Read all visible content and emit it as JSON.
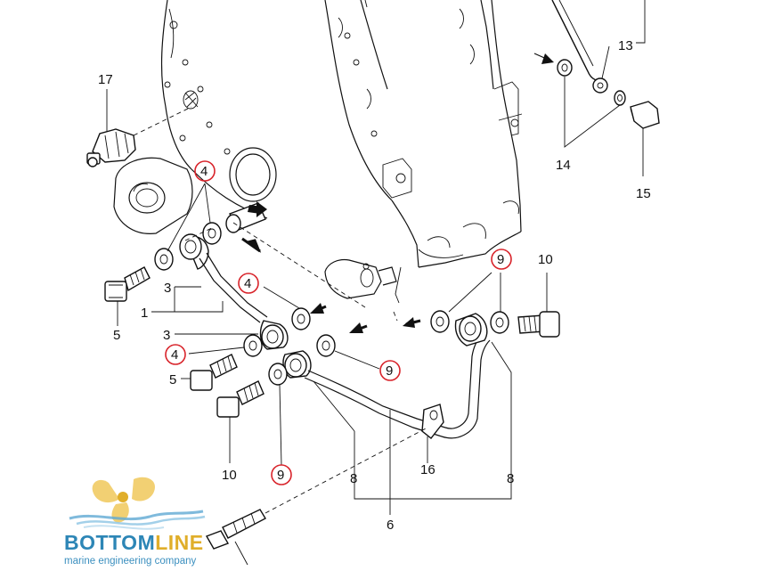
{
  "diagram": {
    "callouts": [
      {
        "id": "c17",
        "text": "17",
        "circled": false
      },
      {
        "id": "c13",
        "text": "13",
        "circled": false
      },
      {
        "id": "c14",
        "text": "14",
        "circled": false
      },
      {
        "id": "c15",
        "text": "15",
        "circled": false
      },
      {
        "id": "c4a",
        "text": "4",
        "circled": true
      },
      {
        "id": "c4b",
        "text": "4",
        "circled": true
      },
      {
        "id": "c4c",
        "text": "4",
        "circled": true
      },
      {
        "id": "c3a",
        "text": "3",
        "circled": false
      },
      {
        "id": "c3b",
        "text": "3",
        "circled": false
      },
      {
        "id": "c1",
        "text": "1",
        "circled": false
      },
      {
        "id": "c5a",
        "text": "5",
        "circled": false
      },
      {
        "id": "c5b",
        "text": "5",
        "circled": false
      },
      {
        "id": "c9a",
        "text": "9",
        "circled": true
      },
      {
        "id": "c9b",
        "text": "9",
        "circled": true
      },
      {
        "id": "c9c",
        "text": "9",
        "circled": true
      },
      {
        "id": "c10a",
        "text": "10",
        "circled": false
      },
      {
        "id": "c10b",
        "text": "10",
        "circled": false
      },
      {
        "id": "c8a",
        "text": "8",
        "circled": false
      },
      {
        "id": "c8b",
        "text": "8",
        "circled": false
      },
      {
        "id": "c16",
        "text": "16",
        "circled": false
      },
      {
        "id": "c6",
        "text": "6",
        "circled": false
      }
    ],
    "highlight_color": "#d8232a",
    "line_color": "#111111"
  },
  "logo": {
    "wordmark_a": "BOTTOM",
    "wordmark_b": "LINE",
    "tagline": "marine engineering company",
    "colors": {
      "blue": "#2d86b6",
      "gold": "#e0ae2a"
    }
  }
}
